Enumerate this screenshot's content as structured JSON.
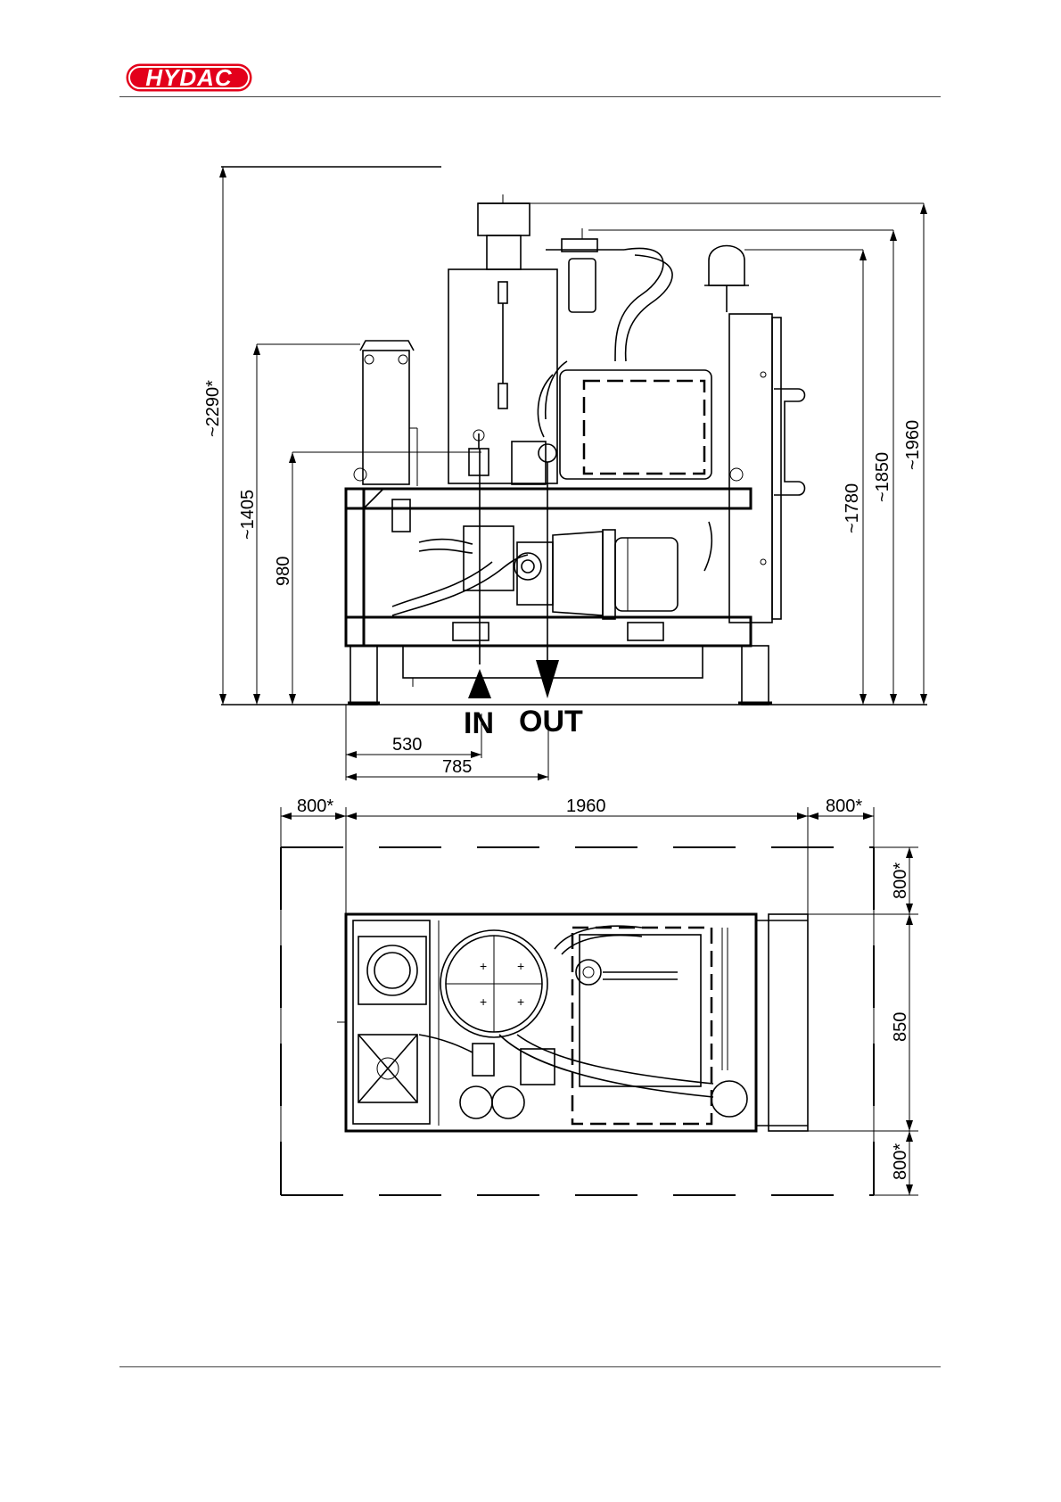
{
  "header": {
    "logo_text": "HYDAC",
    "brand_color": "#e3001b"
  },
  "side_view": {
    "flow_labels": {
      "in": "IN",
      "out": "OUT"
    },
    "vertical_dims": [
      "~2290*",
      "~1405",
      "980",
      "~1780",
      "~1850",
      "~1960"
    ],
    "horizontal_dims": [
      "530",
      "785"
    ]
  },
  "top_view": {
    "width_dims": [
      "800*",
      "1960",
      "800*"
    ],
    "depth_dims": [
      "800*",
      "850",
      "800*"
    ]
  }
}
